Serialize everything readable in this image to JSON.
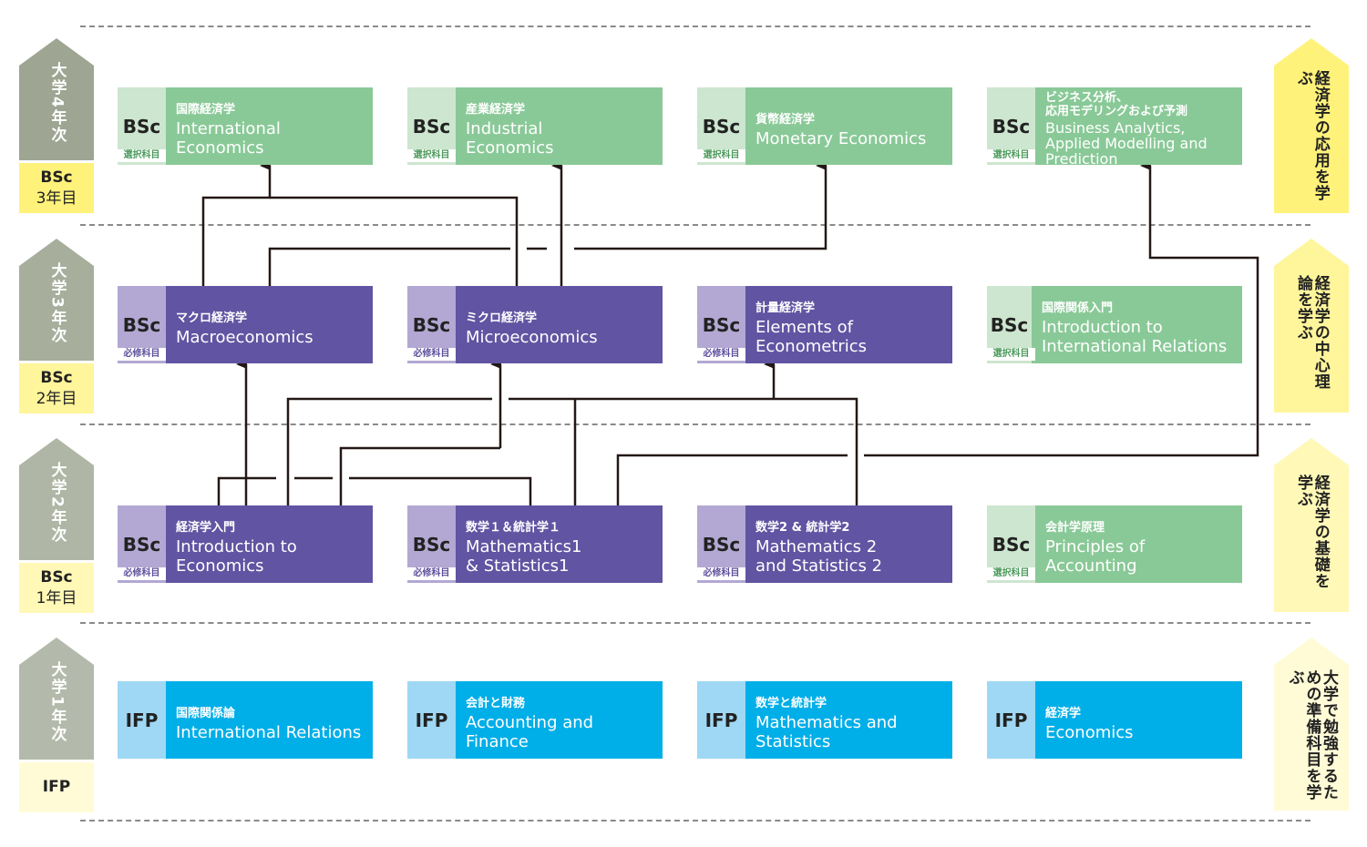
{
  "left_bands": [
    {
      "label": "大学4年次",
      "badge": [
        "BSc",
        "3年目"
      ]
    },
    {
      "label": "大学3年次",
      "badge": [
        "BSc",
        "2年目"
      ]
    },
    {
      "label": "大学2年次",
      "badge": [
        "BSc",
        "1年目"
      ]
    },
    {
      "label": "大学1年次",
      "badge": [
        "IFP"
      ]
    }
  ],
  "right_bands": [
    {
      "label": "経済学の応用を学ぶ",
      "color": "#fff27a"
    },
    {
      "label": "経済学の中心理論を学ぶ",
      "color": "#fff59b"
    },
    {
      "label": "経済学の基礎を学ぶ",
      "color": "#fff8b6"
    },
    {
      "label": "大学で勉強するための準備科目を学ぶ",
      "color": "#fffbd6"
    }
  ],
  "courses": {
    "intl_econ": {
      "code": "BSc",
      "type": "選択科目",
      "jp": "国際経済学",
      "en": "International Economics"
    },
    "industrial": {
      "code": "BSc",
      "type": "選択科目",
      "jp": "産業経済学",
      "en": "Industrial Economics"
    },
    "monetary": {
      "code": "BSc",
      "type": "選択科目",
      "jp": "貨幣経済学",
      "en": "Monetary Economics"
    },
    "analytics": {
      "code": "BSc",
      "type": "選択科目",
      "jp": "ビジネス分析、\n応用モデリングおよび予測",
      "en": "Business Analytics, Applied Modelling and Prediction"
    },
    "macro": {
      "code": "BSc",
      "type": "必修科目",
      "jp": "マクロ経済学",
      "en": "Macroeconomics"
    },
    "micro": {
      "code": "BSc",
      "type": "必修科目",
      "jp": "ミクロ経済学",
      "en": "Microeconomics"
    },
    "econometrics": {
      "code": "BSc",
      "type": "必修科目",
      "jp": "計量経済学",
      "en": "Elements of Econometrics"
    },
    "intro_ir": {
      "code": "BSc",
      "type": "選択科目",
      "jp": "国際関係入門",
      "en": "Introduction to International Relations"
    },
    "intro_econ": {
      "code": "BSc",
      "type": "必修科目",
      "jp": "経済学入門",
      "en": "Introduction to Economics"
    },
    "math1": {
      "code": "BSc",
      "type": "必修科目",
      "jp": "数学１＆統計学１",
      "en": "Mathematics1 & Statistics1"
    },
    "math2": {
      "code": "BSc",
      "type": "必修科目",
      "jp": "数学2 & 統計学2",
      "en": "Mathematics 2 and Statistics 2"
    },
    "accounting": {
      "code": "BSc",
      "type": "選択科目",
      "jp": "会計学原理",
      "en": "Principles of Accounting"
    },
    "ifp_ir": {
      "code": "IFP",
      "jp": "国際関係論",
      "en": "International Relations"
    },
    "ifp_acc": {
      "code": "IFP",
      "jp": "会計と財務",
      "en": "Accounting and Finance"
    },
    "ifp_math": {
      "code": "IFP",
      "jp": "数学と統計学",
      "en": "Mathematics and Statistics"
    },
    "ifp_econ": {
      "code": "IFP",
      "jp": "経済学",
      "en": "Economics"
    }
  },
  "colors": {
    "elective_green": "#89c997",
    "required_purple": "#6154a2",
    "ifp_blue": "#00aee8",
    "left_band_gray": "#a3ad98",
    "badge_yellow": "#fff27a"
  }
}
